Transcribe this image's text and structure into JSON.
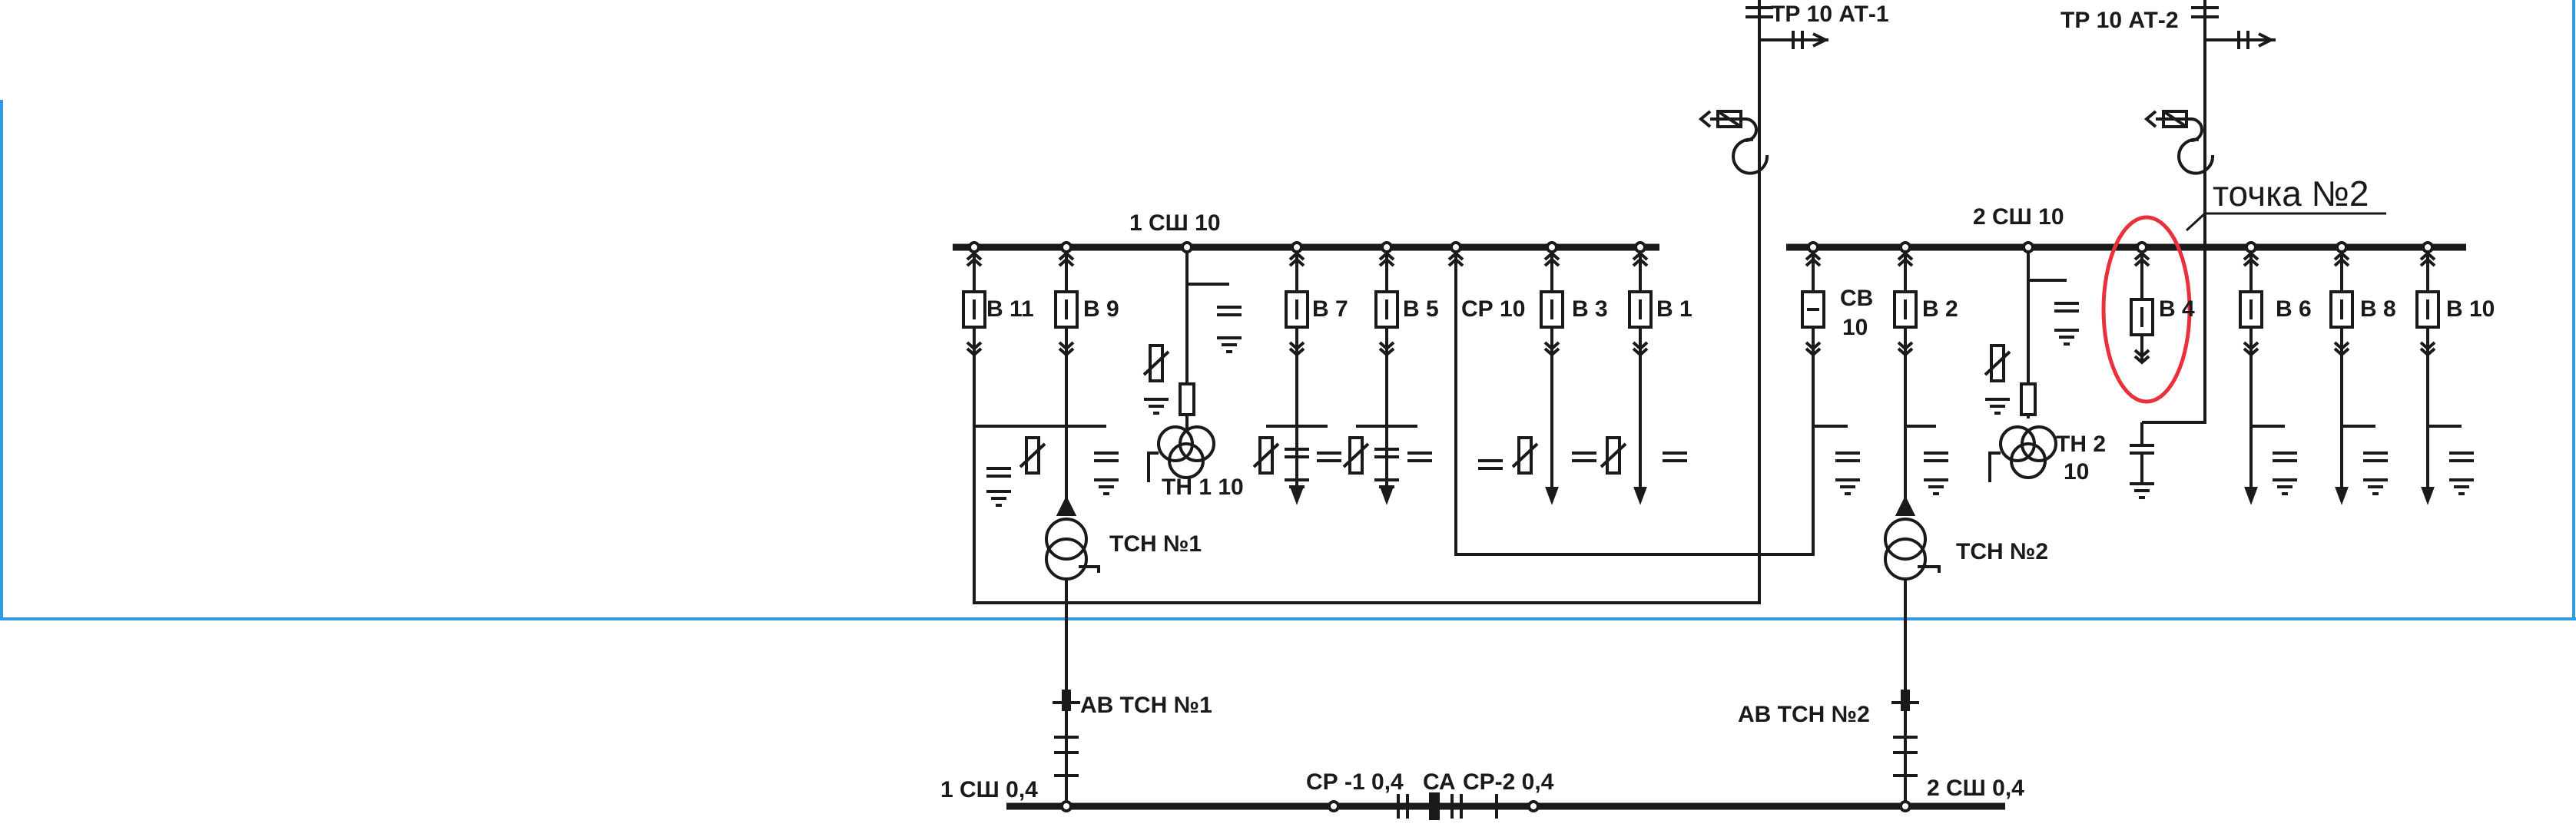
{
  "colors": {
    "line": "#1a1a1a",
    "highlight": "#e8313a",
    "frame": "#2f9be0"
  },
  "labels": {
    "tr_at1": "ТР 10 АТ-1",
    "tr_at2": "ТР 10 АТ-2",
    "bus1": "1 СШ 10",
    "bus2": "2 СШ 10",
    "point": "точка №2",
    "b11": "В 11",
    "b9": "В 9",
    "b7": "В 7",
    "b5": "В 5",
    "cp10": "СР 10",
    "b3": "В 3",
    "b1": "В 1",
    "cb": "СВ",
    "cb_num": "10",
    "b2": "В 2",
    "b4": "В 4",
    "b6": "В 6",
    "b8": "В 8",
    "b10": "В 10",
    "th1": "ТН 1 10",
    "th2": "ТН 2",
    "th2_num": "10",
    "tsn1": "ТСН  №1",
    "tsn2": "ТСН №2",
    "av_tsn1": "АВ ТСН  №1",
    "av_tsn2": "АВ ТСН  №2",
    "bus04_1": "1 СШ 0,4",
    "bus04_2": "2 СШ 0,4",
    "cp1": "СР -1 0,4",
    "ca": "СА",
    "cp2": "СР-2 0,4"
  }
}
